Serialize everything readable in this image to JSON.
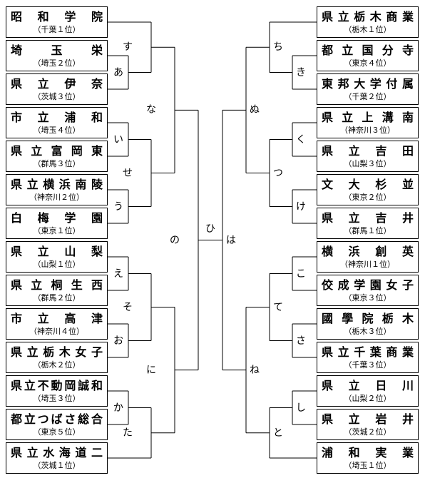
{
  "left_teams": [
    {
      "name": "昭和学院",
      "pref": "（千葉１位）"
    },
    {
      "name": "埼玉栄",
      "pref": "（埼玉２位）"
    },
    {
      "name": "県立伊奈",
      "pref": "（茨城３位）"
    },
    {
      "name": "市立浦和",
      "pref": "（埼玉４位）"
    },
    {
      "name": "県立富岡東",
      "pref": "（群馬３位）"
    },
    {
      "name": "県立横浜南陵",
      "pref": "（神奈川２位）"
    },
    {
      "name": "白梅学園",
      "pref": "（東京１位）"
    },
    {
      "name": "県立山梨",
      "pref": "（山梨１位）"
    },
    {
      "name": "県立桐生西",
      "pref": "（群馬２位）"
    },
    {
      "name": "市立高津",
      "pref": "（神奈川４位）"
    },
    {
      "name": "県立栃木女子",
      "pref": "（栃木２位）"
    },
    {
      "name": "県立不動岡誠和",
      "pref": "（埼玉３位）"
    },
    {
      "name": "都立つばさ総合",
      "pref": "（東京５位）"
    },
    {
      "name": "県立水海道二",
      "pref": "（茨城１位）"
    }
  ],
  "right_teams": [
    {
      "name": "県立栃木商業",
      "pref": "（栃木１位）"
    },
    {
      "name": "都立国分寺",
      "pref": "（東京４位）"
    },
    {
      "name": "東邦大学付属",
      "pref": "（千葉２位）"
    },
    {
      "name": "県立上溝南",
      "pref": "（神奈川３位）"
    },
    {
      "name": "県立吉田",
      "pref": "（山梨３位）"
    },
    {
      "name": "文大杉並",
      "pref": "（東京２位）"
    },
    {
      "name": "県立吉井",
      "pref": "（群馬１位）"
    },
    {
      "name": "横浜創英",
      "pref": "（神奈川１位）"
    },
    {
      "name": "佼成学園女子",
      "pref": "（東京３位）"
    },
    {
      "name": "國學院栃木",
      "pref": "（栃木３位）"
    },
    {
      "name": "県立千葉商業",
      "pref": "（千葉３位）"
    },
    {
      "name": "県立日川",
      "pref": "（山梨２位）"
    },
    {
      "name": "県立岩井",
      "pref": "（茨城２位）"
    },
    {
      "name": "浦和実業",
      "pref": "（埼玉１位）"
    }
  ],
  "match_labels": {
    "a": "あ",
    "i": "い",
    "u": "う",
    "e": "え",
    "o": "お",
    "ka": "か",
    "ki": "き",
    "ku": "く",
    "ke": "け",
    "ko": "こ",
    "sa": "さ",
    "shi": "し",
    "su": "す",
    "se": "せ",
    "so": "そ",
    "ta": "た",
    "chi": "ち",
    "tsu": "つ",
    "te": "て",
    "to": "と",
    "na": "な",
    "ni": "に",
    "nu": "ぬ",
    "ne": "ね",
    "no": "の",
    "ha": "は",
    "hi": "ひ"
  },
  "line_color": "#000000"
}
